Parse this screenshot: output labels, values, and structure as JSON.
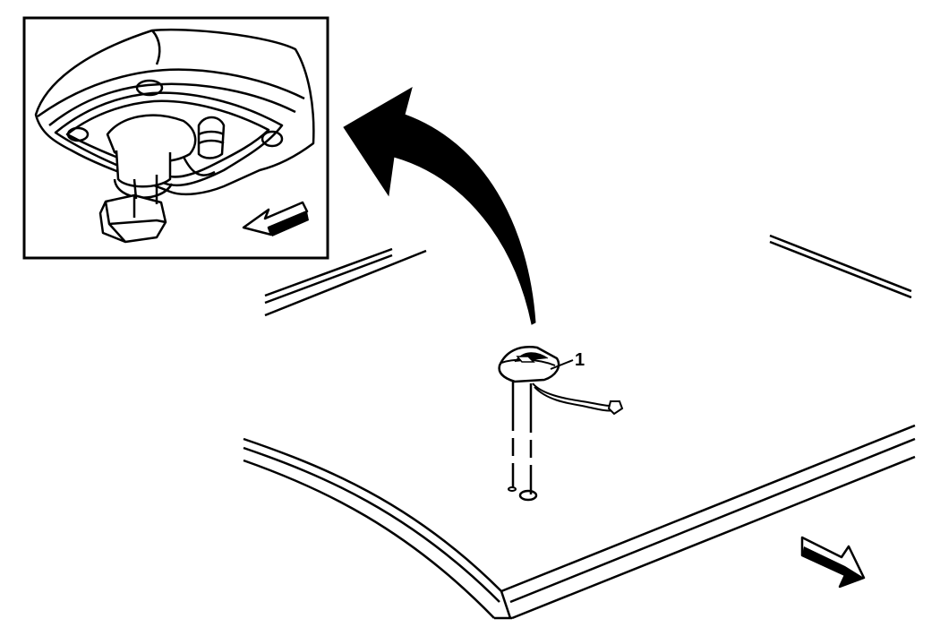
{
  "diagram": {
    "callouts": [
      {
        "id": "1",
        "label": "1"
      }
    ],
    "colors": {
      "line": "#000000",
      "background": "#ffffff",
      "arrow_fill": "#000000"
    },
    "icons": [
      "inset-detail-frame",
      "curved-arrow-icon",
      "direction-arrow-icon"
    ]
  }
}
